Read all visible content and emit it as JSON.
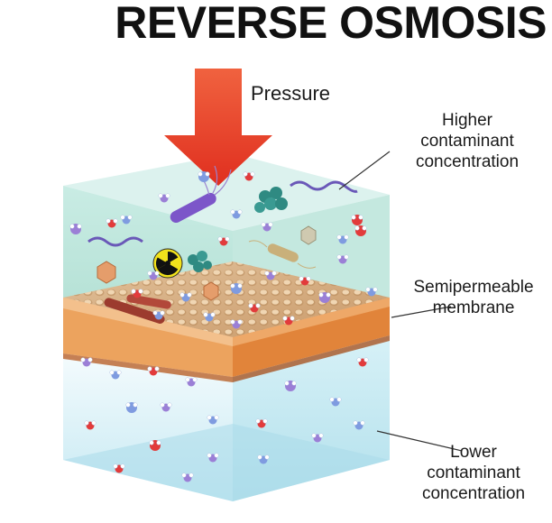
{
  "title": "REVERSE OSMOSIS",
  "labels": {
    "pressure": "Pressure",
    "higher": [
      "Higher",
      "contaminant",
      "concentration"
    ],
    "membrane": [
      "Semipermeable",
      "membrane"
    ],
    "lower": [
      "Lower",
      "contaminant",
      "concentration"
    ]
  },
  "colors": {
    "arrow": "#e83a24",
    "membrane_top": "#d8b287",
    "membrane_front": "#e58a3c",
    "contaminated_water": "#bfe6dc",
    "clean_water": "#cfeef6",
    "oxygen": "#e23b3b",
    "hydrogen": "#ffffff",
    "molecule_blue": "#7f9be0"
  },
  "icons": [
    "radiation-icon",
    "bacteria-icon",
    "virus-icon",
    "water-molecule-icon"
  ]
}
